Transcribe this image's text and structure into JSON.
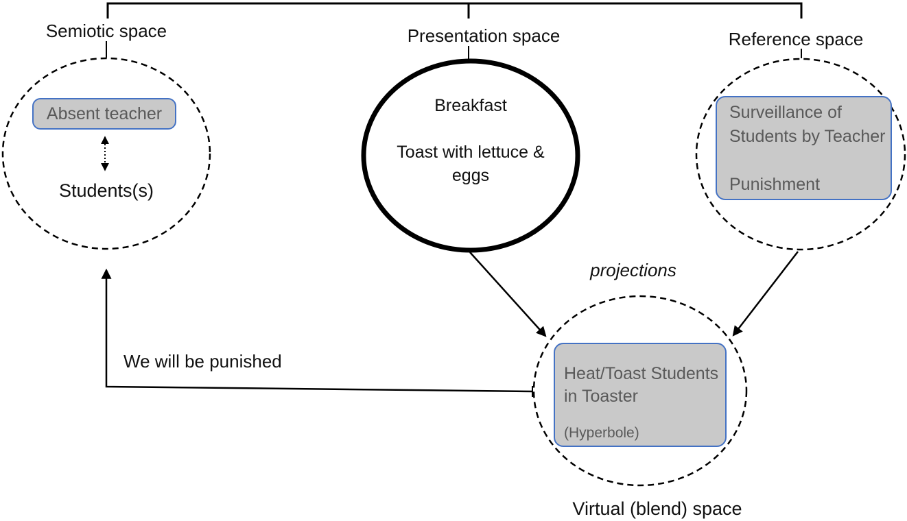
{
  "colors": {
    "background": "#ffffff",
    "line": "#000000",
    "box_fill": "#c9c9c9",
    "box_border": "#4472c4",
    "box_text": "#595959",
    "label_text": "#111111"
  },
  "top_labels": {
    "semiotic": "Semiotic space",
    "presentation": "Presentation space",
    "reference": "Reference space"
  },
  "semiotic_space": {
    "absent_teacher": "Absent teacher",
    "students": "Students(s)"
  },
  "presentation_space": {
    "line1": "Breakfast",
    "line2": "Toast with lettuce &",
    "line3": "eggs"
  },
  "reference_space": {
    "line1": "Surveillance of",
    "line2": "Students by Teacher",
    "line3": "Punishment"
  },
  "blend_space": {
    "line1": "Heat/Toast Students",
    "line2": "in Toaster",
    "line3": "(Hyperbole)",
    "caption": "Virtual (blend) space"
  },
  "annotations": {
    "projections": "projections",
    "punished": "We will be punished"
  }
}
